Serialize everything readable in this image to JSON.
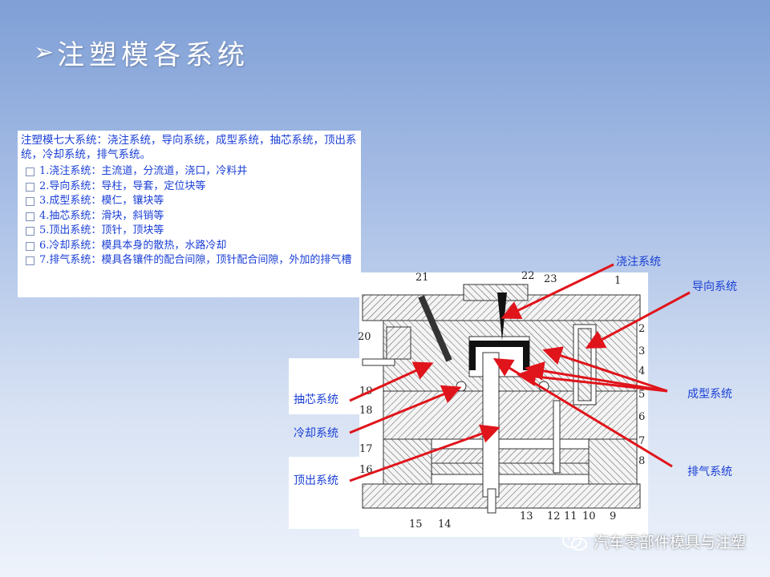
{
  "title": "注塑模各系统",
  "textbox": {
    "intro": "注塑模七大系统：浇注系统，导向系统，成型系统，抽芯系统，顶出系统，冷却系统，排气系统。",
    "items": [
      "1.浇注系统：主流道，分流道，浇口，冷料井",
      "2.导向系统：导柱，导套，定位块等",
      "3.成型系统：模仁，镶块等",
      "4.抽芯系统：滑块，斜销等",
      "5.顶出系统：顶针，顶块等",
      "6.冷却系统：模具本身的散热，水路冷却",
      "7.排气系统：模具各镶件的配合间隙，顶针配合间隙，外加的排气槽"
    ]
  },
  "diagram": {
    "callouts": {
      "pour": "浇注系统",
      "guide": "导向系统",
      "forming": "成型系统",
      "exhaust": "排气系统",
      "core_pull": "抽芯系统",
      "cooling": "冷却系统",
      "ejection": "顶出系统"
    },
    "part_numbers": [
      "1",
      "2",
      "3",
      "4",
      "5",
      "6",
      "7",
      "8",
      "9",
      "10",
      "11",
      "12",
      "13",
      "14",
      "15",
      "16",
      "17",
      "18",
      "19",
      "20",
      "21",
      "22",
      "23"
    ],
    "colors": {
      "arrow": "#e0141b",
      "label": "#1a3fd6",
      "plastic": "#111111"
    }
  },
  "watermark": {
    "text": "汽车零部件模具与注塑",
    "icon": "wechat-icon"
  }
}
